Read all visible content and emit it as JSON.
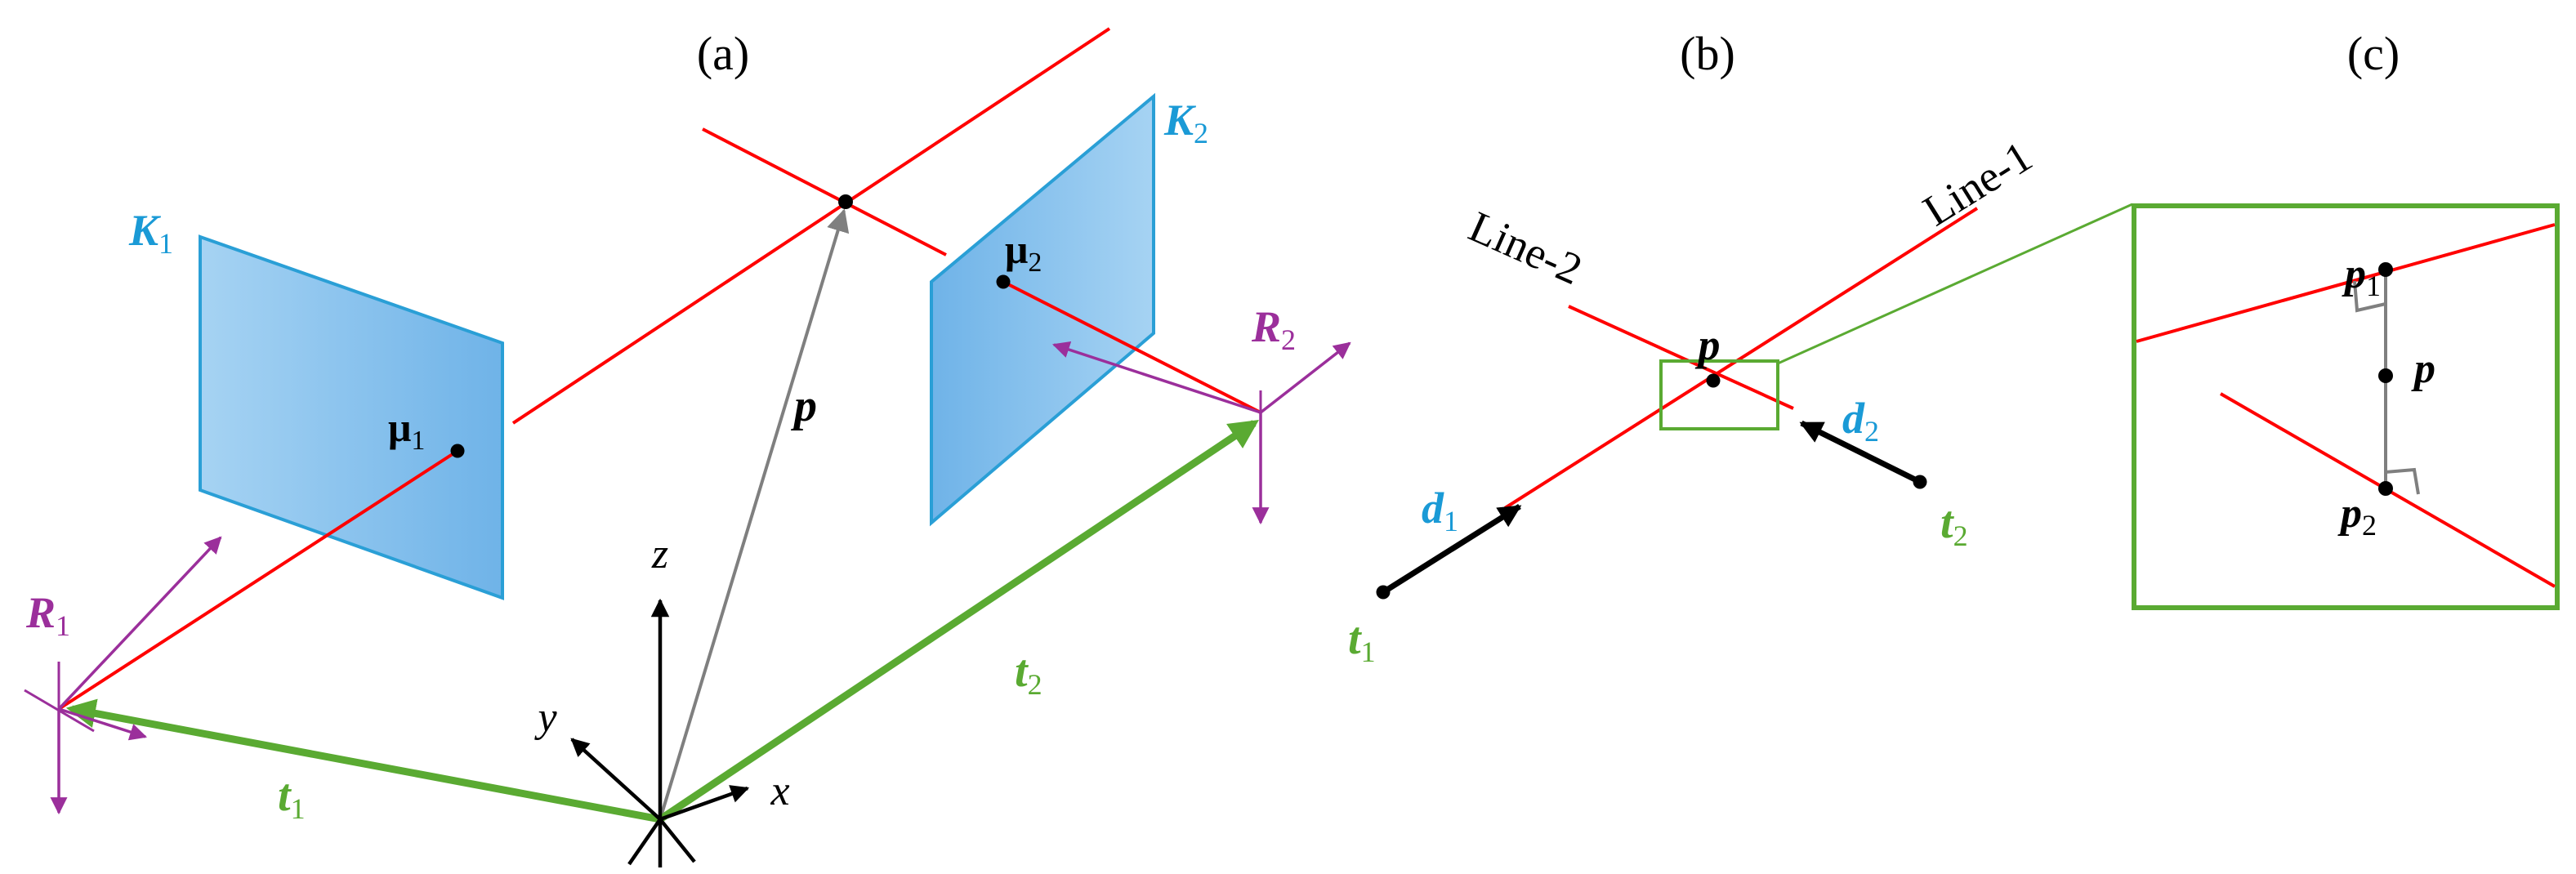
{
  "figure": {
    "panel_a_label": "(a)",
    "panel_b_label": "(b)",
    "panel_c_label": "(c)"
  },
  "panel_a": {
    "camera1": {
      "K": "K",
      "K_sub": "1",
      "mu": "μ",
      "mu_sub": "1",
      "R": "R",
      "R_sub": "1",
      "t": "t",
      "t_sub": "1"
    },
    "camera2": {
      "K": "K",
      "K_sub": "2",
      "mu": "μ",
      "mu_sub": "2",
      "R": "R",
      "R_sub": "2",
      "t": "t",
      "t_sub": "2"
    },
    "point_label": "p",
    "axes": {
      "x": "x",
      "y": "y",
      "z": "z"
    }
  },
  "panel_b": {
    "line1_label": "Line-1",
    "line2_label": "Line-2",
    "point_label": "p",
    "d1": "d",
    "d1_sub": "1",
    "d2": "d",
    "d2_sub": "2",
    "t1": "t",
    "t1_sub": "1",
    "t2": "t",
    "t2_sub": "2"
  },
  "panel_c": {
    "p1": "p",
    "p1_sub": "1",
    "p": "p",
    "p2": "p",
    "p2_sub": "2"
  },
  "colors": {
    "plane_edge": "#2a9fd6",
    "plane_light": "#a6d3f3",
    "plane_dark": "#6fb3e8",
    "ray": "#ff0000",
    "translation": "#5aaa32",
    "rotation": "#9b2f9b",
    "point": "#000000",
    "gray": "#7f7f7f",
    "cyan_text": "#1a9ad6"
  }
}
